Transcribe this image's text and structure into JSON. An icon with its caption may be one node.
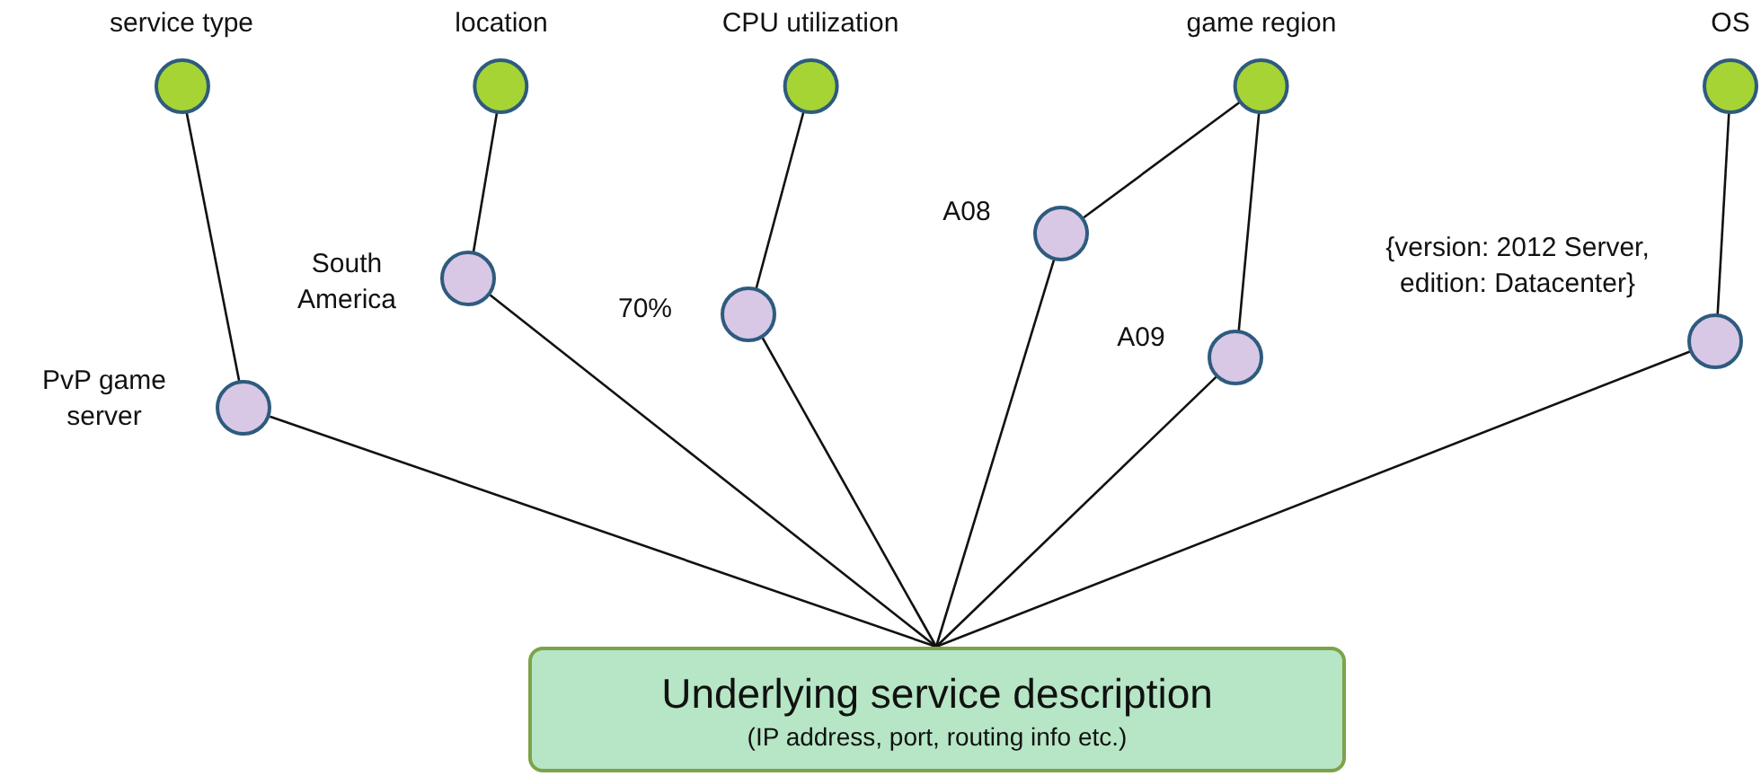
{
  "diagram": {
    "nodes": [
      {
        "text": [
          "service type"
        ]
      },
      {
        "text": [
          "location"
        ]
      },
      {
        "text": [
          "CPU utilization"
        ]
      },
      {
        "text": [
          "game region"
        ]
      },
      {
        "text": [
          "OS"
        ]
      },
      {
        "text": [
          "PvP game server"
        ]
      },
      {
        "text": [
          "South America"
        ]
      },
      {
        "text": [
          "70%"
        ]
      },
      {
        "text": [
          "A08"
        ]
      },
      {
        "text": [
          "A09"
        ]
      },
      {
        "text": [
          "{version: 2012 Server, edition: Datacenter}"
        ]
      },
      {
        "text": [
          "Underlying service description",
          "(IP address, port, routing info etc.)"
        ]
      }
    ],
    "edges": [
      {
        "from": 0,
        "to": 5,
        "arrow": "none"
      },
      {
        "from": 1,
        "to": 6,
        "arrow": "none"
      },
      {
        "from": 2,
        "to": 7,
        "arrow": "none"
      },
      {
        "from": 3,
        "to": 8,
        "arrow": "none"
      },
      {
        "from": 3,
        "to": 9,
        "arrow": "none"
      },
      {
        "from": 4,
        "to": 10,
        "arrow": "none"
      },
      {
        "from": 5,
        "to": 11,
        "arrow": "none"
      },
      {
        "from": 6,
        "to": 11,
        "arrow": "none"
      },
      {
        "from": 7,
        "to": 11,
        "arrow": "none"
      },
      {
        "from": 8,
        "to": 11,
        "arrow": "none"
      },
      {
        "from": 9,
        "to": 11,
        "arrow": "none"
      },
      {
        "from": 10,
        "to": 11,
        "arrow": "none"
      }
    ]
  }
}
